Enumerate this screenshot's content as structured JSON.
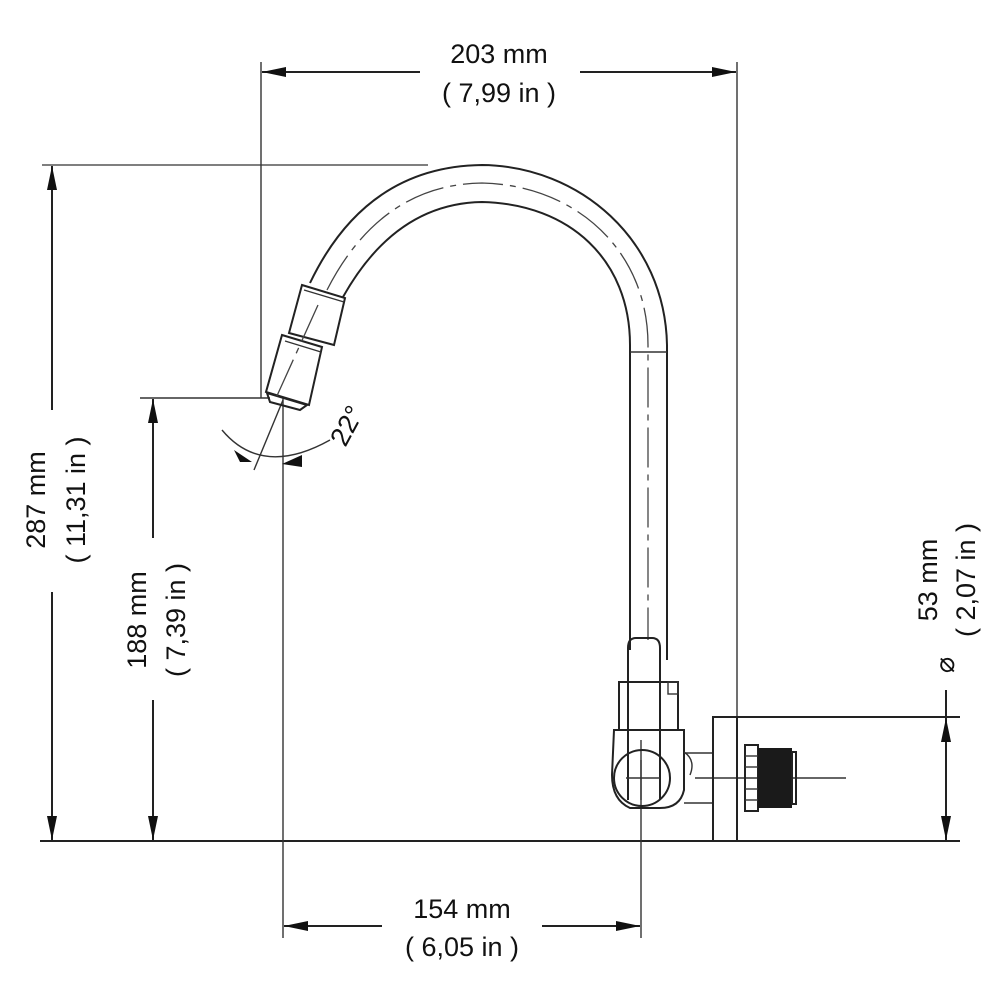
{
  "drawing": {
    "title": "Faucet dimension drawing",
    "colors": {
      "line": "#222222",
      "text": "#111111",
      "background": "#ffffff"
    }
  },
  "dimensions": {
    "width_total": {
      "mm": "203 mm",
      "in": "( 7,99 in )"
    },
    "height_total": {
      "mm": "287 mm",
      "in": "( 11,31 in )"
    },
    "spout_height": {
      "mm": "188 mm",
      "in": "( 7,39 in )"
    },
    "spout_reach": {
      "mm": "154 mm",
      "in": "( 6,05 in )"
    },
    "base_diameter": {
      "symbol": "⌀",
      "mm": "53 mm",
      "in": "( 2,07 in )"
    },
    "aerator_angle": {
      "label": "22°"
    }
  }
}
